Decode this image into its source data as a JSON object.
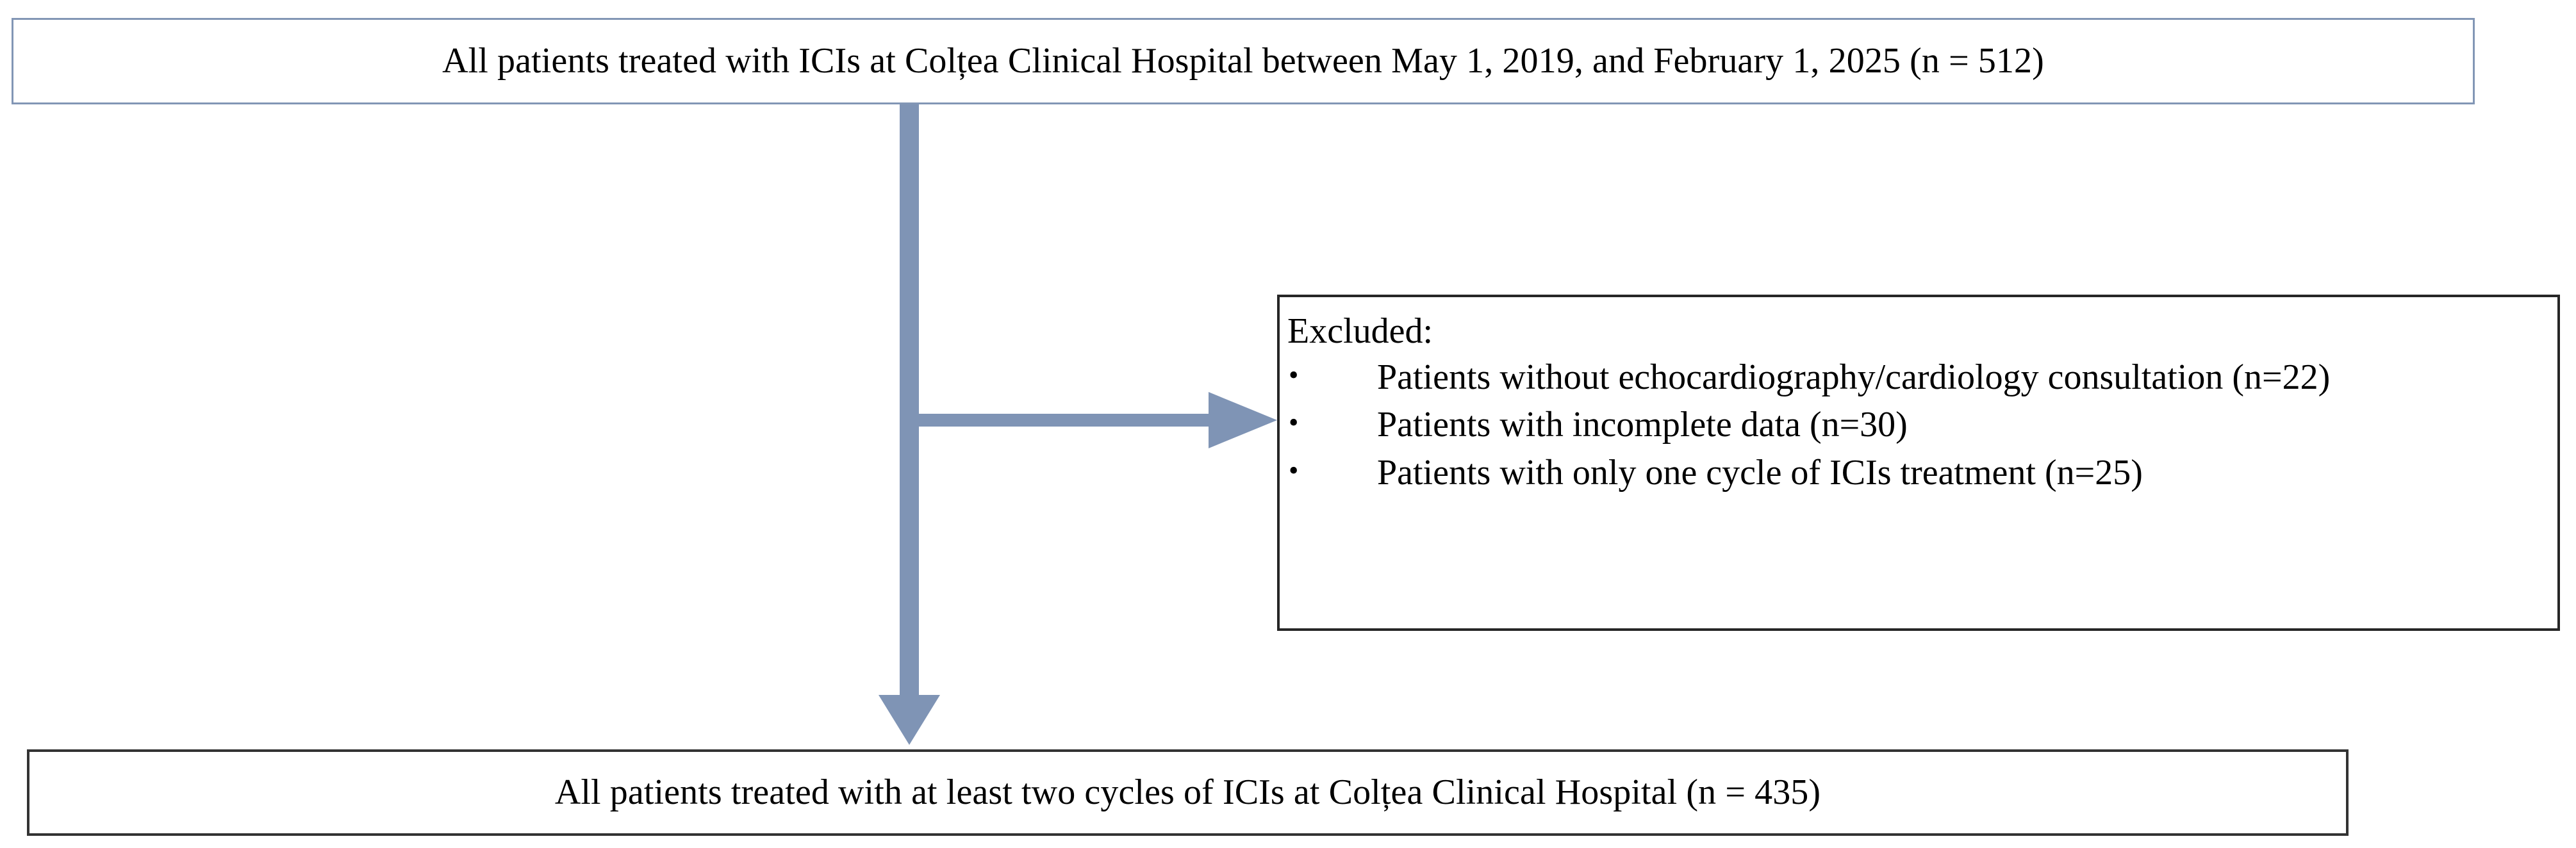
{
  "diagram": {
    "type": "patient-selection-flowchart",
    "colors": {
      "arrow": "#7f94b5",
      "top_box_border": "#8296b5",
      "box_border_dark": "#333333",
      "background": "#ffffff",
      "text": "#000000"
    },
    "nodes": {
      "enrolled": {
        "text": "All patients treated with ICIs at Colțea Clinical Hospital between May 1, 2019, and February 1, 2025 (n = 512)"
      },
      "excluded": {
        "heading": "Excluded:",
        "bullet_glyph": "•",
        "items": [
          "Patients without echocardiography/cardiology consultation (n=22)",
          "Patients with incomplete data (n=30)",
          "Patients with only one cycle of ICIs treatment (n=25)"
        ]
      },
      "included": {
        "text": "All patients treated with at least two cycles of ICIs at Colțea Clinical Hospital (n = 435)"
      }
    }
  }
}
